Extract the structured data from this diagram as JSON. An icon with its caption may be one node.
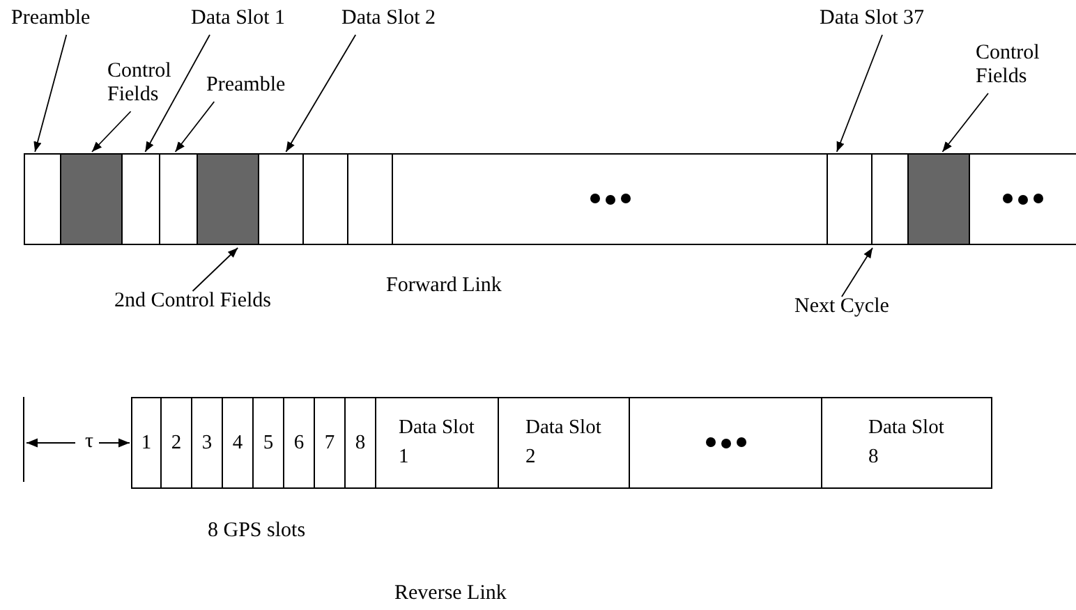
{
  "diagram": {
    "nodes": [
      {
        "text": [
          "Preamble"
        ]
      },
      {
        "text": [
          "Data Slot 1"
        ]
      },
      {
        "text": [
          "Data Slot 2"
        ]
      },
      {
        "text": [
          "Data Slot 37"
        ]
      },
      {
        "text": [
          "Control Fields"
        ]
      },
      {
        "text": [
          "Preamble"
        ]
      },
      {
        "text": [
          "Control Fields"
        ]
      },
      {
        "text": [],
        "shape": "box"
      },
      {
        "text": [],
        "shape": "box"
      },
      {
        "text": [],
        "shape": "box"
      },
      {
        "text": [],
        "shape": "box"
      },
      {
        "text": [],
        "shape": "box"
      },
      {
        "text": [],
        "shape": "box"
      },
      {
        "text": [],
        "shape": "box"
      },
      {
        "text": [],
        "shape": "box"
      },
      {
        "text": [],
        "shape": "box"
      },
      {
        "text": [],
        "shape": "box"
      },
      {
        "text": [],
        "shape": "box"
      },
      {
        "text": [],
        "shape": "box"
      },
      {
        "text": [],
        "shape": "box"
      },
      {
        "text": [
          "2nd Control Fields"
        ]
      },
      {
        "text": [
          "Next Cycle"
        ]
      },
      {
        "text": [
          "1"
        ]
      },
      {
        "text": [
          "2"
        ]
      },
      {
        "text": [
          "3"
        ]
      },
      {
        "text": [
          "4"
        ]
      },
      {
        "text": [
          "5"
        ]
      },
      {
        "text": [
          "6"
        ]
      },
      {
        "text": [
          "7"
        ]
      },
      {
        "text": [
          "8"
        ]
      },
      {
        "text": [
          "Data Slot 1"
        ]
      },
      {
        "text": [
          "Data Slot 2"
        ]
      },
      {
        "text": [],
        "shape": "box"
      },
      {
        "text": [
          "Data Slot 8"
        ]
      }
    ],
    "edges": [
      {
        "from": 0,
        "to": 7,
        "arrow": "to"
      },
      {
        "from": 4,
        "to": 8,
        "arrow": "to"
      },
      {
        "from": 1,
        "to": 9,
        "arrow": "to"
      },
      {
        "from": 5,
        "to": 10,
        "arrow": "to"
      },
      {
        "from": 2,
        "to": 12,
        "arrow": "to"
      },
      {
        "from": 20,
        "to": 11,
        "arrow": "to"
      },
      {
        "from": 3,
        "to": 16,
        "arrow": "to"
      },
      {
        "from": 6,
        "to": 18,
        "arrow": "to"
      },
      {
        "from": 21,
        "to": 17,
        "arrow": "to"
      }
    ],
    "labels": [
      "Forward Link",
      "τ",
      "8 GPS slots",
      "Reverse Link"
    ]
  }
}
